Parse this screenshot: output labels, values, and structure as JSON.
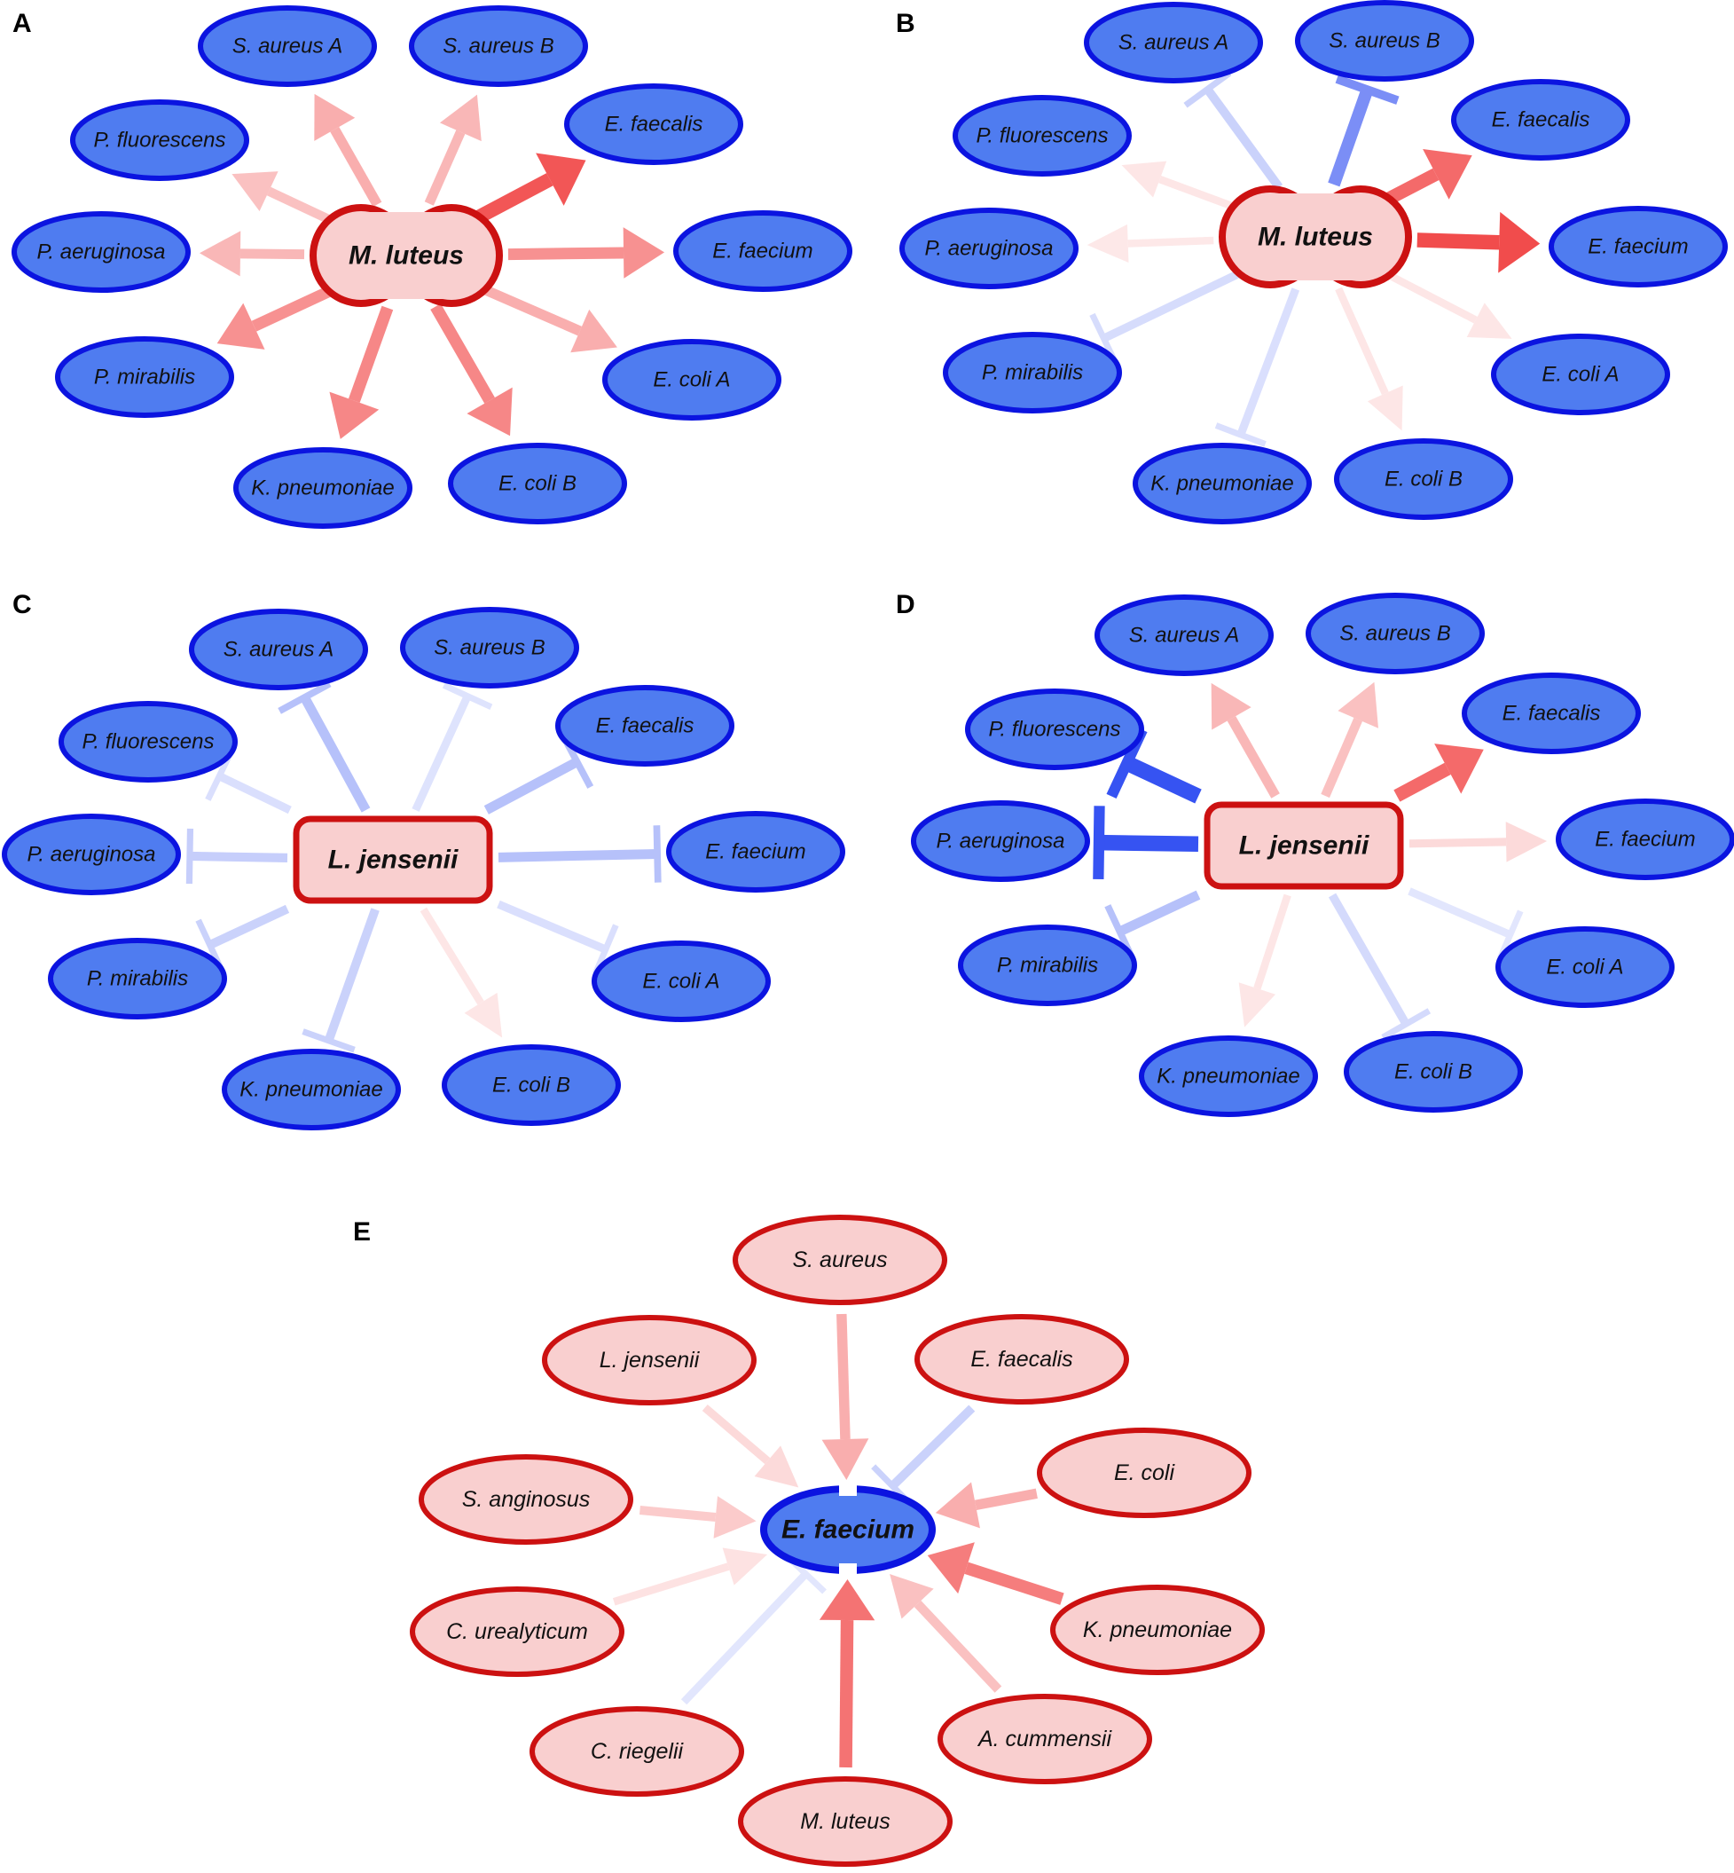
{
  "colors": {
    "target_fill": "#4f7cf0",
    "target_stroke": "#0b14e0",
    "source_fill": "#f9cfcf",
    "source_stroke": "#cc1111",
    "promote": "#ee2222",
    "inhibit": "#1f3ff0"
  },
  "panels": [
    {
      "letter": "A",
      "center": {
        "label": "M. luteus",
        "shape": "diplococcus"
      },
      "edge_direction": "outward",
      "nodes": [
        {
          "label": "S. aureus A",
          "type": "inc",
          "strength": 0.35
        },
        {
          "label": "S. aureus B",
          "type": "inc",
          "strength": 0.3
        },
        {
          "label": "E. faecalis",
          "type": "inc",
          "strength": 0.8
        },
        {
          "label": "E. faecium",
          "type": "inc",
          "strength": 0.5
        },
        {
          "label": "E. coli A",
          "type": "inc",
          "strength": 0.35
        },
        {
          "label": "E. coli B",
          "type": "inc",
          "strength": 0.55
        },
        {
          "label": "K. pneumoniae",
          "type": "inc",
          "strength": 0.55
        },
        {
          "label": "P. mirabilis",
          "type": "inc",
          "strength": 0.5
        },
        {
          "label": "P. aeruginosa",
          "type": "inc",
          "strength": 0.3
        },
        {
          "label": "P. fluorescens",
          "type": "inc",
          "strength": 0.25
        }
      ]
    },
    {
      "letter": "B",
      "center": {
        "label": "M. luteus",
        "shape": "diplococcus"
      },
      "edge_direction": "outward",
      "nodes": [
        {
          "label": "S. aureus A",
          "type": "inh",
          "strength": 0.2
        },
        {
          "label": "S. aureus B",
          "type": "inh",
          "strength": 0.6
        },
        {
          "label": "E. faecalis",
          "type": "inc",
          "strength": 0.7
        },
        {
          "label": "E. faecium",
          "type": "inc",
          "strength": 0.85
        },
        {
          "label": "E. coli A",
          "type": "inc",
          "strength": 0.06
        },
        {
          "label": "E. coli B",
          "type": "inc",
          "strength": 0.06
        },
        {
          "label": "K. pneumoniae",
          "type": "inh",
          "strength": 0.12
        },
        {
          "label": "P. mirabilis",
          "type": "inh",
          "strength": 0.14
        },
        {
          "label": "P. aeruginosa",
          "type": "inc",
          "strength": 0.05
        },
        {
          "label": "P. fluorescens",
          "type": "inc",
          "strength": 0.06
        }
      ]
    },
    {
      "letter": "C",
      "center": {
        "label": "L. jensenii",
        "shape": "rod"
      },
      "edge_direction": "outward",
      "nodes": [
        {
          "label": "S. aureus A",
          "type": "inh",
          "strength": 0.3
        },
        {
          "label": "S. aureus B",
          "type": "inh",
          "strength": 0.1
        },
        {
          "label": "E. faecalis",
          "type": "inh",
          "strength": 0.3
        },
        {
          "label": "E. faecium",
          "type": "inh",
          "strength": 0.3
        },
        {
          "label": "E. coli A",
          "type": "inh",
          "strength": 0.12
        },
        {
          "label": "E. coli B",
          "type": "inc",
          "strength": 0.06
        },
        {
          "label": "K. pneumoniae",
          "type": "inh",
          "strength": 0.2
        },
        {
          "label": "P. mirabilis",
          "type": "inh",
          "strength": 0.2
        },
        {
          "label": "P. aeruginosa",
          "type": "inh",
          "strength": 0.22
        },
        {
          "label": "P. fluorescens",
          "type": "inh",
          "strength": 0.12
        }
      ]
    },
    {
      "letter": "D",
      "center": {
        "label": "L. jensenii",
        "shape": "rod"
      },
      "edge_direction": "outward",
      "nodes": [
        {
          "label": "S. aureus A",
          "type": "inc",
          "strength": 0.3
        },
        {
          "label": "S. aureus B",
          "type": "inc",
          "strength": 0.25
        },
        {
          "label": "E. faecalis",
          "type": "inc",
          "strength": 0.7
        },
        {
          "label": "E. faecium",
          "type": "inc",
          "strength": 0.12
        },
        {
          "label": "E. coli A",
          "type": "inh",
          "strength": 0.08
        },
        {
          "label": "E. coli B",
          "type": "inh",
          "strength": 0.15
        },
        {
          "label": "K. pneumoniae",
          "type": "inc",
          "strength": 0.06
        },
        {
          "label": "P. mirabilis",
          "type": "inh",
          "strength": 0.3
        },
        {
          "label": "P. aeruginosa",
          "type": "inh",
          "strength": 0.95
        },
        {
          "label": "P. fluorescens",
          "type": "inh",
          "strength": 0.95
        }
      ]
    },
    {
      "letter": "E",
      "center": {
        "label": "E. faecium",
        "shape": "coccus"
      },
      "edge_direction": "inward",
      "nodes": [
        {
          "label": "S. aureus",
          "type": "inc",
          "strength": 0.35
        },
        {
          "label": "E. faecalis",
          "type": "inh",
          "strength": 0.2
        },
        {
          "label": "E. coli",
          "type": "inc",
          "strength": 0.35
        },
        {
          "label": "K. pneumoniae",
          "type": "inc",
          "strength": 0.6
        },
        {
          "label": "A. cummensii",
          "type": "inc",
          "strength": 0.25
        },
        {
          "label": "M. luteus",
          "type": "inc",
          "strength": 0.65
        },
        {
          "label": "C. riegelii",
          "type": "inh",
          "strength": 0.08
        },
        {
          "label": "C. urealyticum",
          "type": "inc",
          "strength": 0.08
        },
        {
          "label": "S. anginosus",
          "type": "inc",
          "strength": 0.2
        },
        {
          "label": "L. jensenii",
          "type": "inc",
          "strength": 0.12
        }
      ]
    }
  ]
}
